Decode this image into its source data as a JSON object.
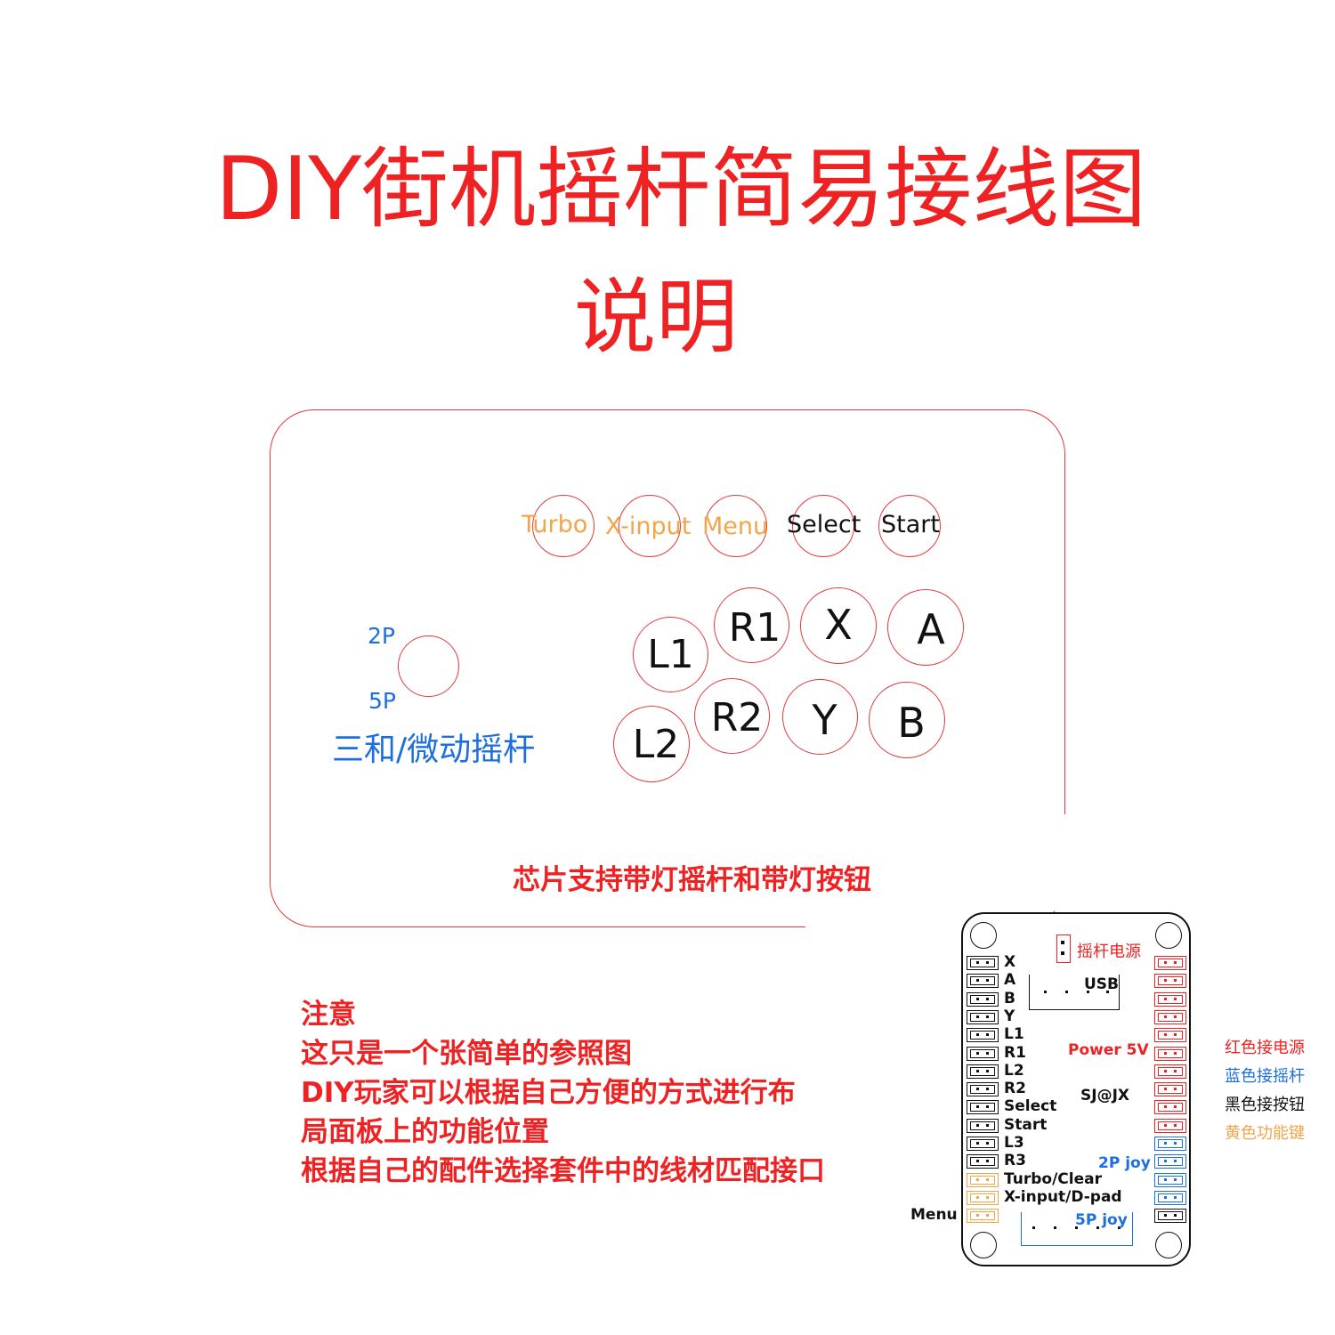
{
  "title": {
    "line1": "DIY街机摇杆简易接线图",
    "line2": "说明"
  },
  "panel": {
    "function_buttons": [
      {
        "id": "turbo",
        "label": "Turbo",
        "color": "#f2a54a"
      },
      {
        "id": "xinput",
        "label": "X-input",
        "color": "#f2a54a"
      },
      {
        "id": "menu",
        "label": "Menu",
        "color": "#f2a54a"
      },
      {
        "id": "select",
        "label": "Select",
        "color": "#111111"
      },
      {
        "id": "start",
        "label": "Start",
        "color": "#111111"
      }
    ],
    "action_buttons": [
      {
        "id": "l1",
        "label": "L1"
      },
      {
        "id": "r1",
        "label": "R1"
      },
      {
        "id": "x",
        "label": "X"
      },
      {
        "id": "a",
        "label": "A"
      },
      {
        "id": "l2",
        "label": "L2"
      },
      {
        "id": "r2",
        "label": "R2"
      },
      {
        "id": "y",
        "label": "Y"
      },
      {
        "id": "b",
        "label": "B"
      }
    ],
    "joystick": {
      "top_label": "2P",
      "bottom_label": "5P",
      "caption": "三和/微动摇杆"
    },
    "footer_note": "芯片支持带灯摇杆和带灯按钮"
  },
  "notice": {
    "heading": "注意",
    "lines": [
      "这只是一个张简单的参照图",
      "DIY玩家可以根据自己方便的方式进行布",
      "局面板上的功能位置",
      "根据自己的配件选择套件中的线材匹配接口"
    ]
  },
  "board": {
    "power_header_label": "摇杆电源",
    "usb_label": "USB",
    "power_label": "Power 5V",
    "brand": "SJ@JX",
    "joy2p_label": "2P joy",
    "joy5p_label": "5P joy",
    "left_pins": [
      {
        "label": "X",
        "color": "#111111"
      },
      {
        "label": "A",
        "color": "#111111"
      },
      {
        "label": "B",
        "color": "#111111"
      },
      {
        "label": "Y",
        "color": "#111111"
      },
      {
        "label": "L1",
        "color": "#111111"
      },
      {
        "label": "R1",
        "color": "#111111"
      },
      {
        "label": "L2",
        "color": "#111111"
      },
      {
        "label": "R2",
        "color": "#111111"
      },
      {
        "label": "Select",
        "color": "#111111"
      },
      {
        "label": "Start",
        "color": "#111111"
      },
      {
        "label": "L3",
        "color": "#111111"
      },
      {
        "label": "R3",
        "color": "#111111"
      },
      {
        "label": "Turbo/Clear",
        "color": "#f2a54a"
      },
      {
        "label": "X-input/D-pad",
        "color": "#f2a54a"
      },
      {
        "label": "Menu",
        "color": "#f2a54a"
      }
    ],
    "right_pin_colors": [
      "#ee2222",
      "#ee2222",
      "#ee2222",
      "#ee2222",
      "#ee2222",
      "#ee2222",
      "#ee2222",
      "#ee2222",
      "#ee2222",
      "#ee2222",
      "#1d6fe0",
      "#1d6fe0",
      "#1d6fe0",
      "#1d6fe0",
      "#111111"
    ]
  },
  "legend": [
    {
      "label": "红色接电源",
      "color": "#ee2222"
    },
    {
      "label": "蓝色接摇杆",
      "color": "#1d6fe0"
    },
    {
      "label": "黑色接按钮",
      "color": "#111111"
    },
    {
      "label": "黄色功能键",
      "color": "#f2a54a"
    }
  ]
}
